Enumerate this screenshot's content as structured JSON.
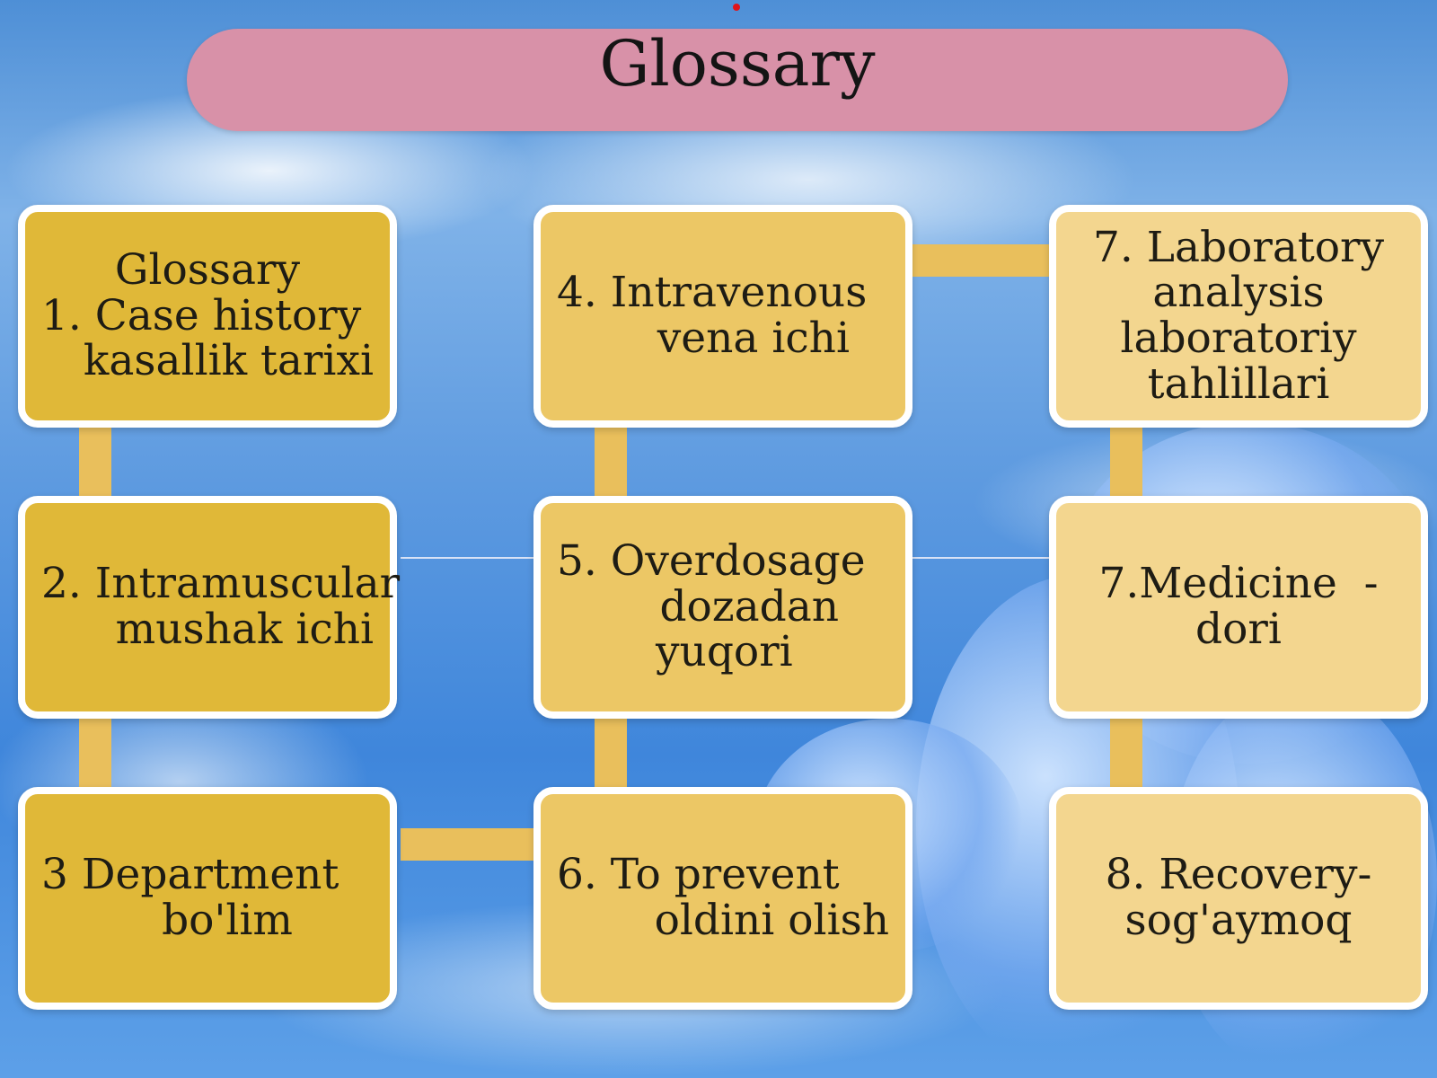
{
  "title": "Glossary",
  "colors": {
    "title_bar": "#d891a8",
    "box_dark": "#e0b838",
    "box_mid": "#ecc765",
    "box_light": "#f3d68f",
    "connector": "#e9bf5c"
  },
  "boxes": [
    {
      "lines": [
        "Glossary",
        "1. Case history",
        "kasallik tarixi"
      ]
    },
    {
      "lines": [
        "2. Intramuscular",
        "mushak ichi"
      ]
    },
    {
      "lines": [
        "3 Department",
        "bo'lim"
      ]
    },
    {
      "lines": [
        "4. Intravenous",
        "vena ichi"
      ]
    },
    {
      "lines": [
        "5. Overdosage",
        "dozadan",
        "yuqori"
      ]
    },
    {
      "lines": [
        "6. To prevent",
        "oldini olish"
      ]
    },
    {
      "lines": [
        "7. Laboratory",
        "analysis",
        "laboratoriy",
        "tahlillari"
      ]
    },
    {
      "lines": [
        "7.Medicine  -",
        "dori"
      ]
    },
    {
      "lines": [
        "8. Recovery-",
        "sog'aymoq"
      ]
    }
  ]
}
